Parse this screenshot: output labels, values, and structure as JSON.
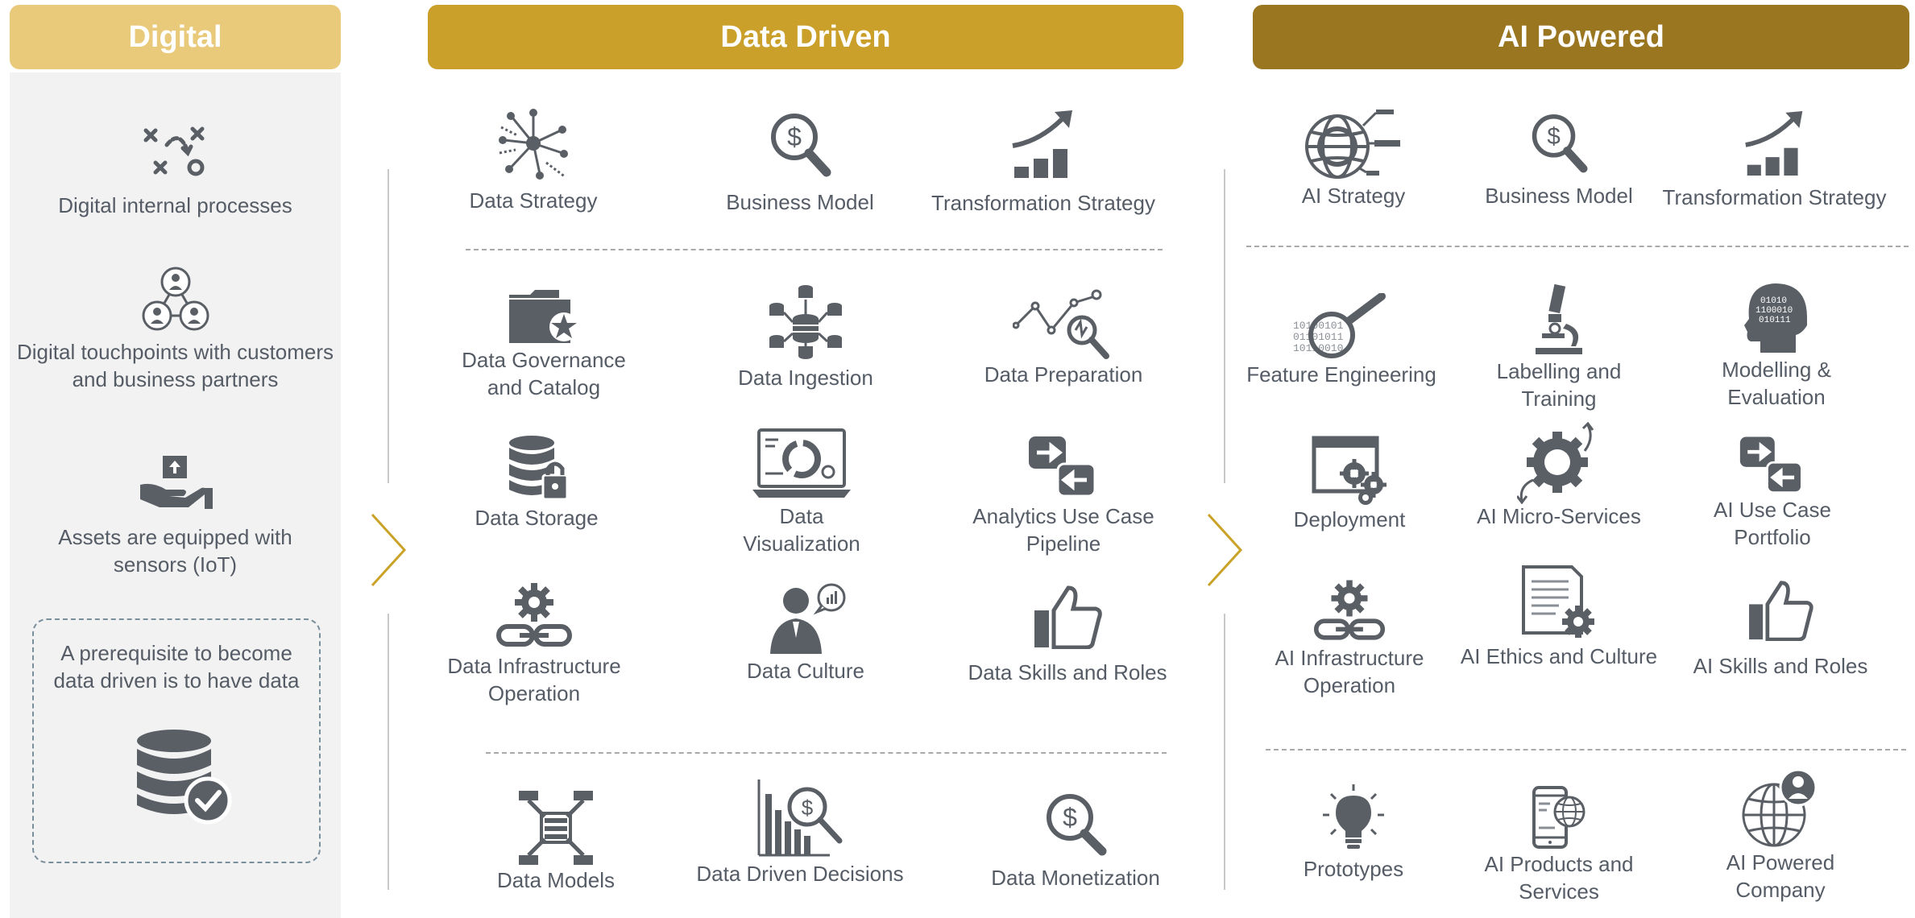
{
  "headers": {
    "digital": "Digital",
    "data_driven": "Data Driven",
    "ai_powered": "AI Powered"
  },
  "digital": {
    "items": [
      {
        "label": "Digital internal processes",
        "icon": "process-flow-icon"
      },
      {
        "label_line1": "Digital touchpoints with customers",
        "label_line2": "and business  partners",
        "icon": "people-network-icon"
      },
      {
        "label_line1": "Assets are equipped  with",
        "label_line2": "sensors (IoT)",
        "icon": "hand-box-icon"
      }
    ],
    "prerequisite": {
      "line1": "A prerequisite to become",
      "line2": "data driven  is to have data",
      "icon": "database-check-icon"
    }
  },
  "data_driven": {
    "strategy": [
      {
        "label": "Data Strategy",
        "icon": "network-burst-icon"
      },
      {
        "label": "Business Model",
        "icon": "dollar-magnifier-icon"
      },
      {
        "label": "Transformation Strategy",
        "icon": "growth-chart-icon"
      }
    ],
    "capabilities": [
      {
        "line1": "Data Governance",
        "line2": "and Catalog",
        "icon": "folder-star-icon"
      },
      {
        "line1": "Data Ingestion",
        "line2": "",
        "icon": "database-hub-icon"
      },
      {
        "line1": "Data Preparation",
        "line2": "",
        "icon": "line-magnifier-icon"
      },
      {
        "line1": "Data Storage",
        "line2": "",
        "icon": "database-lock-icon"
      },
      {
        "line1": "Data",
        "line2": "Visualization",
        "icon": "laptop-chart-icon"
      },
      {
        "line1": "Analytics Use Case",
        "line2": "Pipeline",
        "icon": "arrows-exchange-icon"
      },
      {
        "line1": "Data Infrastructure",
        "line2": "Operation",
        "icon": "gear-chain-icon"
      },
      {
        "line1": "Data Culture",
        "line2": "",
        "icon": "person-speech-icon"
      },
      {
        "line1": "Data Skills and Roles",
        "line2": "",
        "icon": "thumbs-up-icon"
      }
    ],
    "outcomes": [
      {
        "label": "Data Models",
        "icon": "data-model-icon"
      },
      {
        "label": "Data Driven Decisions",
        "icon": "bar-magnifier-icon"
      },
      {
        "label": "Data Monetization",
        "icon": "dollar-magnifier-icon"
      }
    ]
  },
  "ai_powered": {
    "strategy": [
      {
        "label": "AI Strategy",
        "icon": "globe-flags-icon"
      },
      {
        "label": "Business Model",
        "icon": "dollar-magnifier-icon"
      },
      {
        "label": "Transformation Strategy",
        "icon": "growth-chart-icon"
      }
    ],
    "capabilities": [
      {
        "line1": "Feature Engineering",
        "line2": "",
        "icon": "binary-magnifier-icon"
      },
      {
        "line1": "Labelling and",
        "line2": "Training",
        "icon": "microscope-icon"
      },
      {
        "line1": "Modelling &",
        "line2": "Evaluation",
        "icon": "head-binary-icon"
      },
      {
        "line1": "Deployment",
        "line2": "",
        "icon": "window-gears-icon"
      },
      {
        "line1": "AI Micro-Services",
        "line2": "",
        "icon": "gear-arrows-icon"
      },
      {
        "line1": "AI Use Case",
        "line2": "Portfolio",
        "icon": "arrows-exchange-icon"
      },
      {
        "line1": "AI Infrastructure",
        "line2": "Operation",
        "icon": "gear-chain-icon"
      },
      {
        "line1": "AI Ethics and Culture",
        "line2": "",
        "icon": "document-gear-icon"
      },
      {
        "line1": "AI Skills and Roles",
        "line2": "",
        "icon": "thumbs-up-icon"
      }
    ],
    "outcomes": [
      {
        "line1": "Prototypes",
        "line2": "",
        "icon": "lightbulb-icon"
      },
      {
        "line1": "AI Products and",
        "line2": "Services",
        "icon": "phone-globe-icon"
      },
      {
        "line1": "AI Powered",
        "line2": "Company",
        "icon": "globe-person-icon"
      }
    ]
  },
  "colors": {
    "digital": "#e9c97a",
    "data_driven": "#caa02a",
    "ai_powered": "#9a7620",
    "icon": "#5a5f66",
    "chevron": "#c9a227"
  }
}
